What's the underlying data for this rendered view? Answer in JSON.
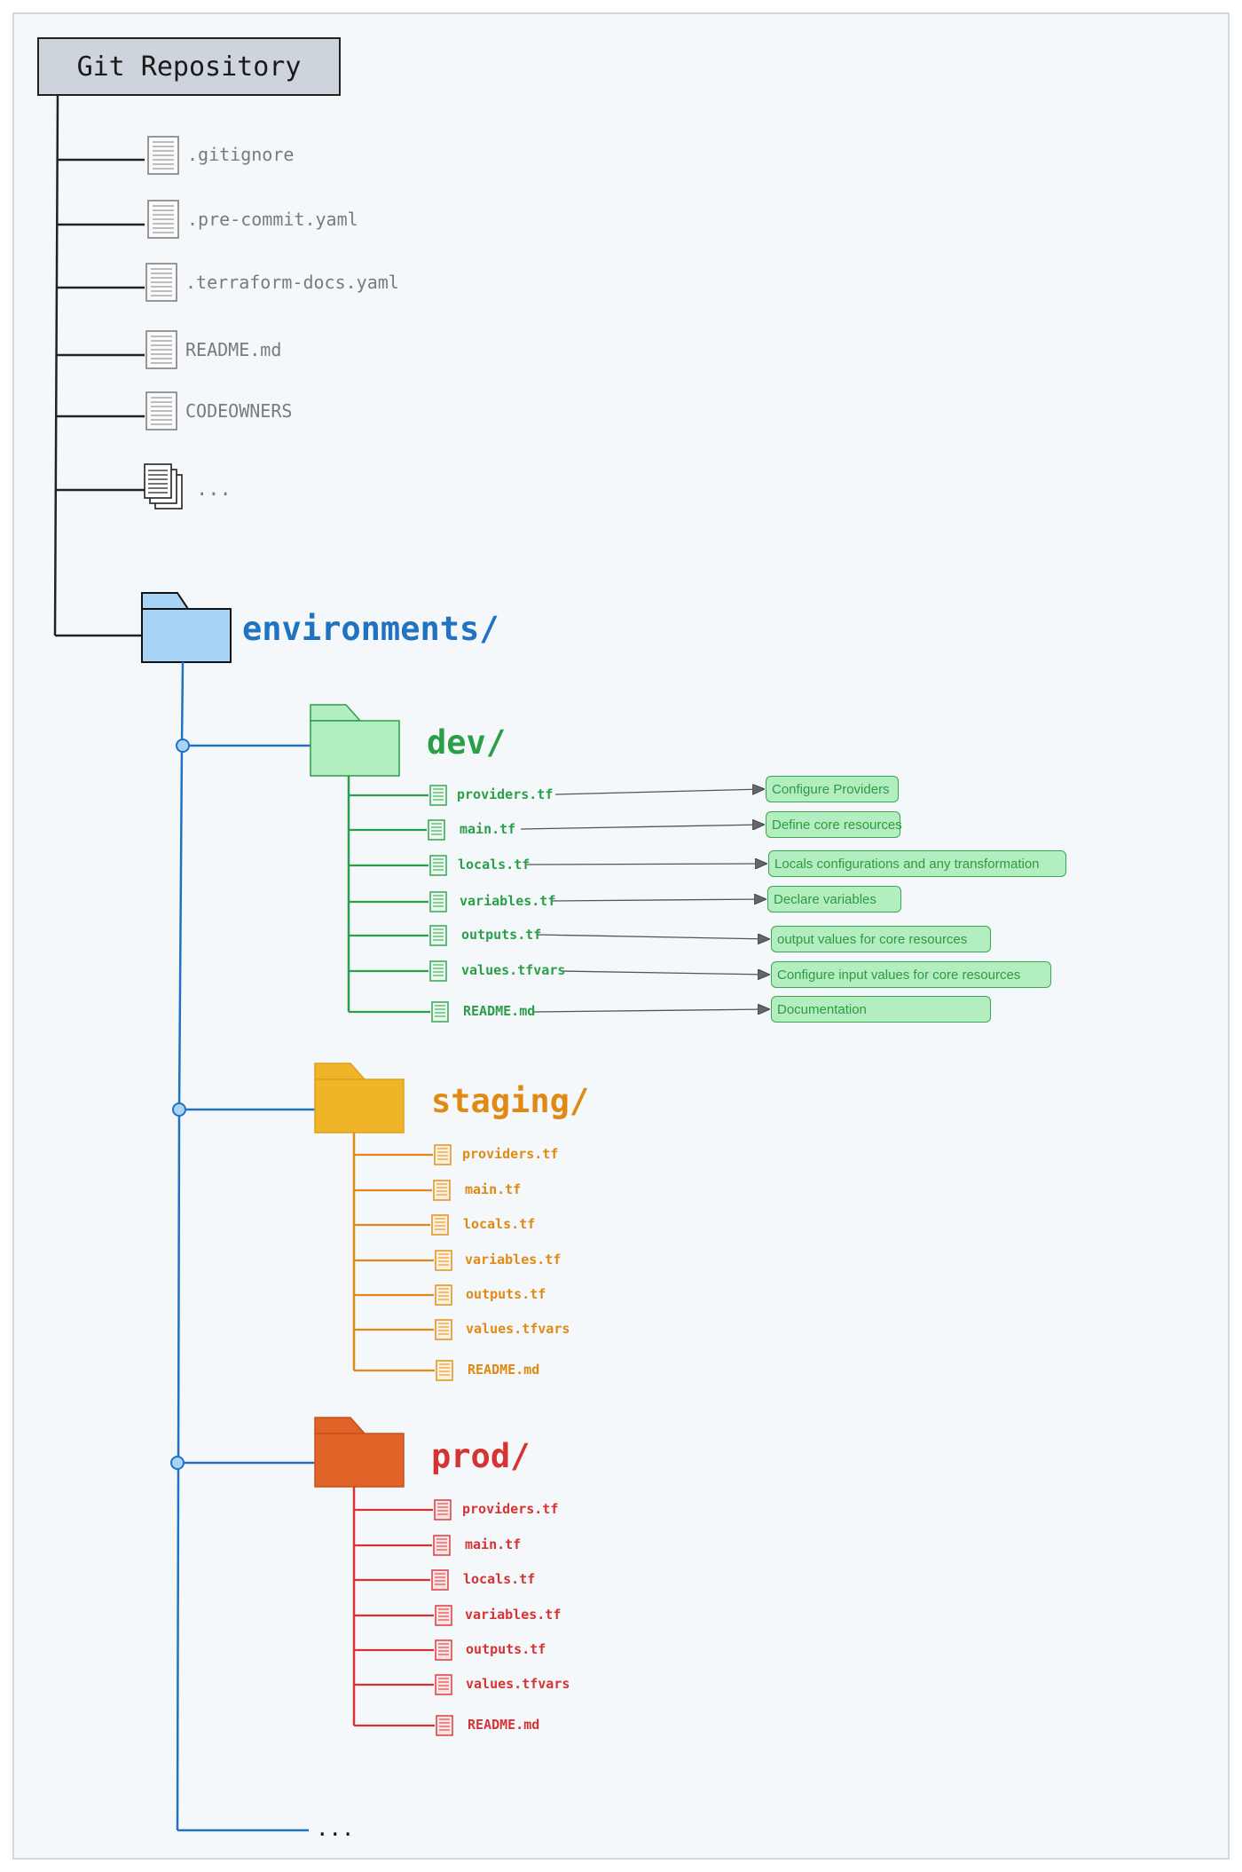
{
  "root": {
    "title": "Git Repository",
    "files": [
      ".gitignore",
      ".pre-commit.yaml",
      ".terraform-docs.yaml",
      "README.md",
      "CODEOWNERS"
    ],
    "more": "..."
  },
  "environments": {
    "label": "environments/",
    "more": "...",
    "dev": {
      "label": "dev/",
      "files": [
        "providers.tf",
        "main.tf",
        "locals.tf",
        "variables.tf",
        "outputs.tf",
        "values.tfvars",
        "README.md"
      ],
      "notes": [
        "Configure Providers",
        "Define core resources",
        "Locals configurations and any transformation",
        "Declare variables",
        "output values for core resources",
        "Configure input values for core resources",
        "Documentation"
      ]
    },
    "staging": {
      "label": "staging/",
      "files": [
        "providers.tf",
        "main.tf",
        "locals.tf",
        "variables.tf",
        "outputs.tf",
        "values.tfvars",
        "README.md"
      ]
    },
    "prod": {
      "label": "prod/",
      "files": [
        "providers.tf",
        "main.tf",
        "locals.tf",
        "variables.tf",
        "outputs.tf",
        "values.tfvars",
        "README.md"
      ]
    }
  },
  "colors": {
    "root_line": "#222222",
    "env_blue": "#2272c2",
    "env_folder_fill": "#a8d4f7",
    "dev_green": "#2b9e48",
    "dev_folder_fill": "#b2eebf",
    "staging_orange": "#e08a14",
    "staging_folder_fill": "#f0b429",
    "prod_red": "#d63333",
    "prod_folder_fill": "#e06428"
  },
  "icons": {
    "file": "document-icon",
    "files_stack": "documents-stack-icon",
    "folder": "folder-icon"
  }
}
